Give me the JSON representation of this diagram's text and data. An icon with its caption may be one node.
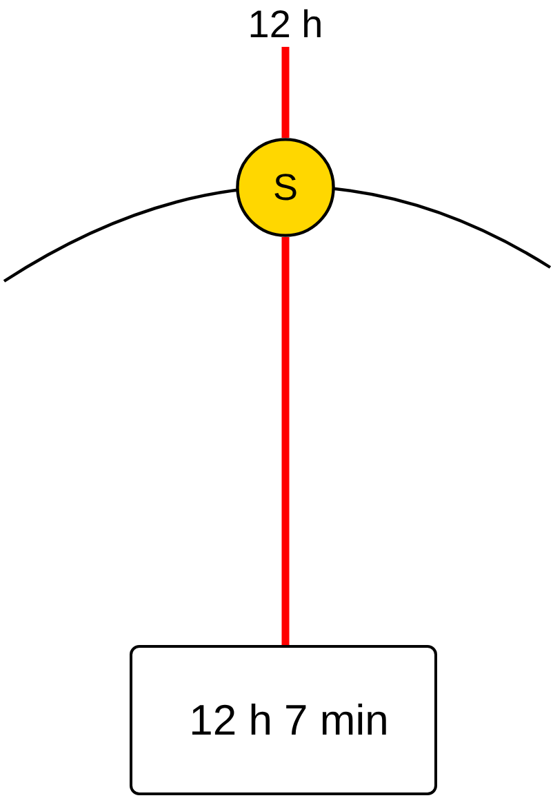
{
  "diagram": {
    "nodes": [
      {
        "text": [
          "12 h"
        ]
      },
      {
        "text": [
          "S"
        ]
      },
      {
        "text": [
          "12 h 7 min"
        ]
      }
    ],
    "edges": [
      {
        "from": 0,
        "to": 1,
        "arrow": "none"
      },
      {
        "from": 1,
        "to": 2,
        "arrow": "none"
      }
    ]
  }
}
